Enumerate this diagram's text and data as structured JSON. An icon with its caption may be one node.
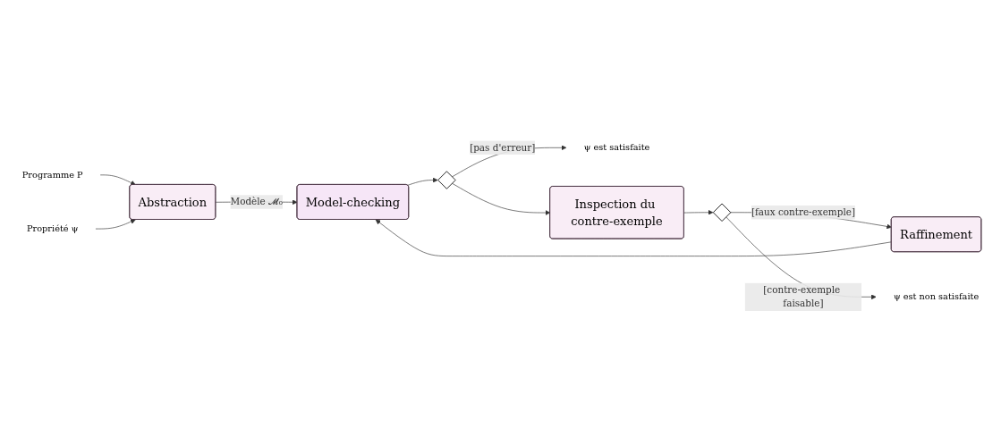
{
  "diagram": {
    "nodes": [
      {
        "text": [
          "Programme P"
        ]
      },
      {
        "text": [
          "Propriété ψ"
        ]
      },
      {
        "text": [
          "Abstraction"
        ]
      },
      {
        "text": [
          "Model-checking"
        ]
      },
      {
        "text": [],
        "shape": "diamond"
      },
      {
        "text": [
          "ψ est satisfaite"
        ]
      },
      {
        "text": [
          "Inspection du contre-exemple"
        ]
      },
      {
        "text": [],
        "shape": "diamond"
      },
      {
        "text": [
          "Raffinement"
        ]
      },
      {
        "text": [
          "ψ est non satisfaite"
        ]
      }
    ],
    "edges": [
      {
        "from": 0,
        "to": 2,
        "arrow": "to"
      },
      {
        "from": 1,
        "to": 2,
        "arrow": "to"
      },
      {
        "from": 2,
        "to": 3,
        "arrow": "to",
        "label": "Modèle 𝓜₀"
      },
      {
        "from": 3,
        "to": 4,
        "arrow": "to"
      },
      {
        "from": 4,
        "to": 5,
        "arrow": "to",
        "label": "[pas d'erreur]"
      },
      {
        "from": 4,
        "to": 6,
        "arrow": "to"
      },
      {
        "from": 6,
        "to": 7,
        "arrow": "to"
      },
      {
        "from": 7,
        "to": 8,
        "arrow": "to",
        "label": "[faux contre-exemple]"
      },
      {
        "from": 8,
        "to": 3,
        "arrow": "to"
      },
      {
        "from": 7,
        "to": 9,
        "arrow": "to",
        "label": "[contre-exemple faisable]"
      }
    ]
  }
}
